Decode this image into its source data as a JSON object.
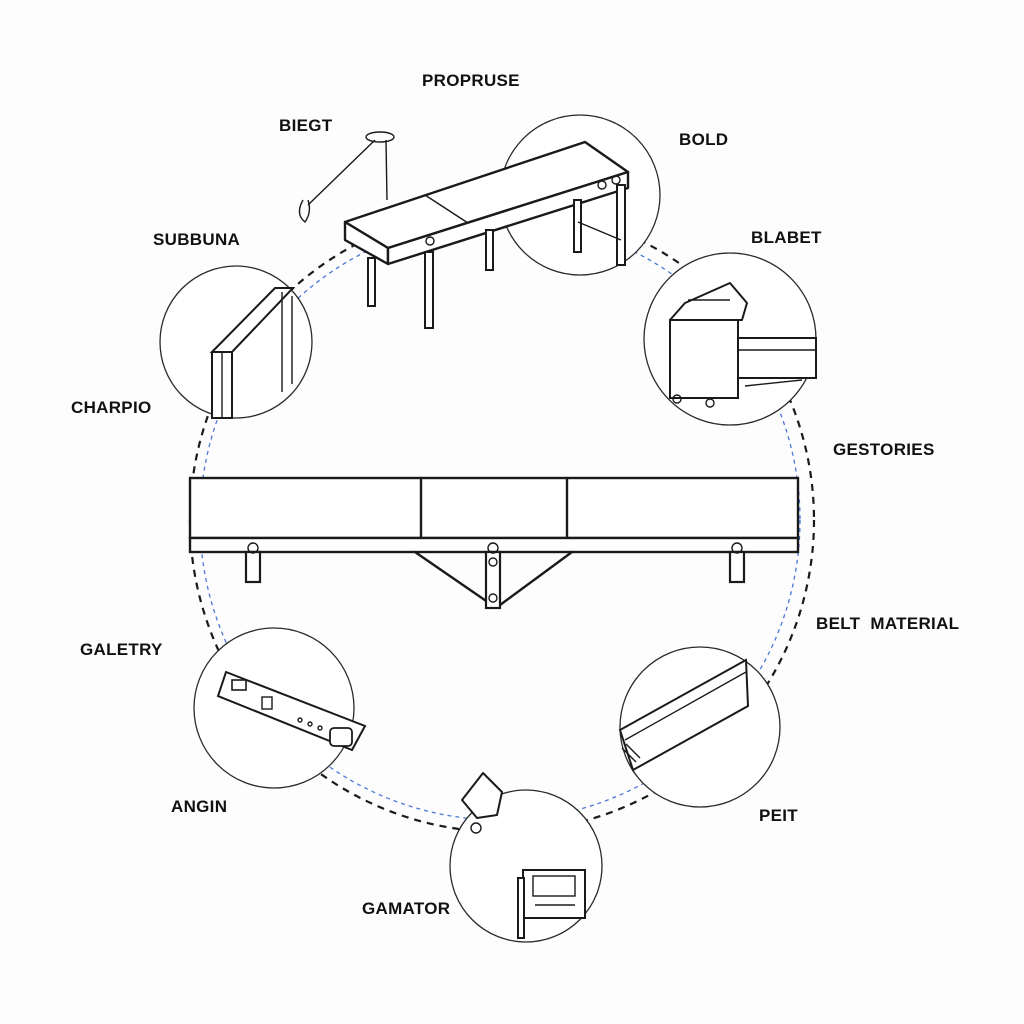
{
  "colors": {
    "line": "#1a1a1a",
    "dashed_ring": "#1a1a1a",
    "blue_ring": "#4a78d8",
    "background": "#fdfdfd"
  },
  "labels": {
    "propruse": "PROPRUSE",
    "biegt": "BIEGT",
    "bold": "BOLD",
    "subbuna": "SUBBUNA",
    "blabet": "BLABET",
    "charpio": "CHARPIO",
    "gestories": "GESTORIES",
    "belt_material": "BELT  MATERIAL",
    "galetry": "GALETRY",
    "angin": "ANGIN",
    "peit": "PEIT",
    "gamator": "GAMATOR"
  }
}
